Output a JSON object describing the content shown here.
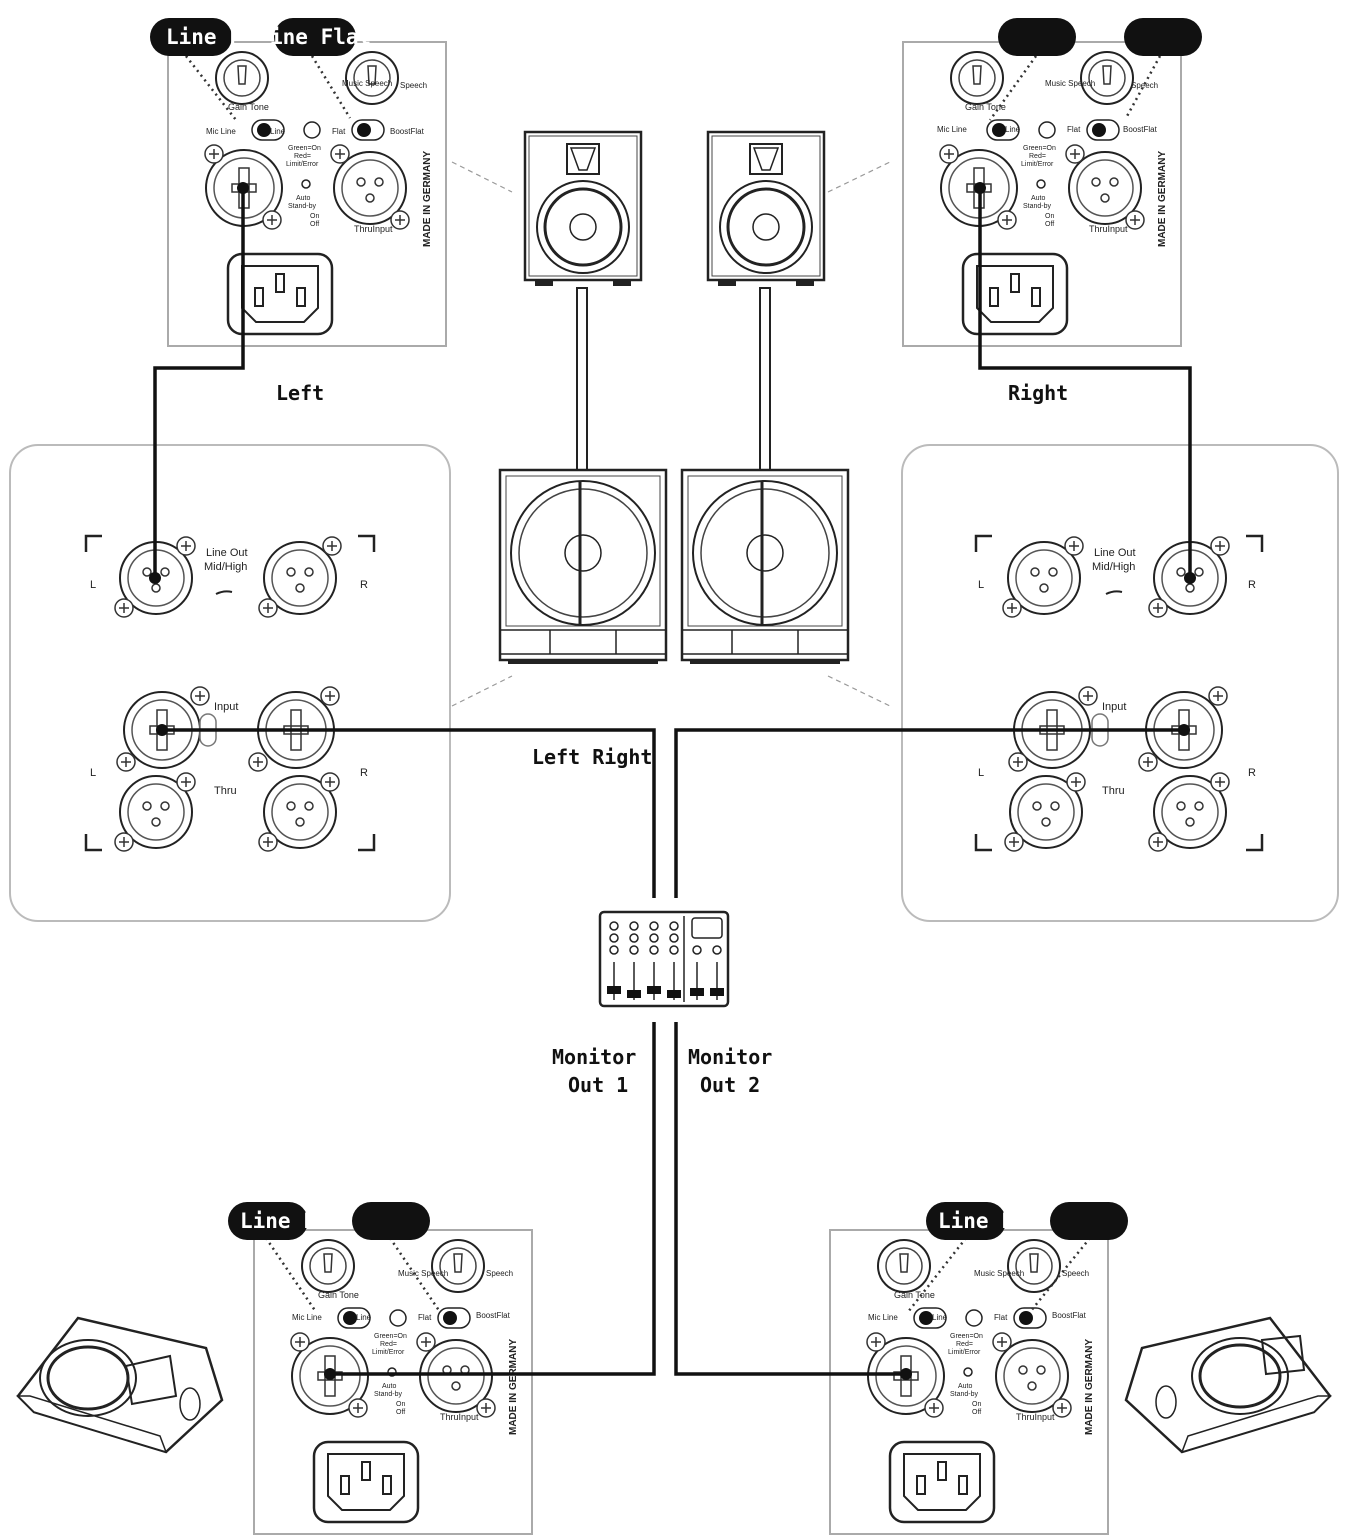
{
  "labels": {
    "left": "Left",
    "right": "Right",
    "left_right": "Left Right",
    "monitor_out_1_line1": "Monitor",
    "monitor_out_1_line2": "Out 1",
    "monitor_out_2_line1": "Monitor",
    "monitor_out_2_line2": "Out 2"
  },
  "top_amp_panel": {
    "gain_tone": "Gain Tone",
    "mic_line": "Mic Line",
    "line": "Line",
    "flat": "Flat",
    "boost_flat": "BoostFlat",
    "music_speech": "Music Speech",
    "speech": "Speech",
    "green_on": "Green=On",
    "red": "Red=",
    "limit_error": "Limit/Error",
    "auto": "Auto",
    "standby": "Stand-by",
    "on": "On",
    "off": "Off",
    "thru_input": "ThruInput",
    "made_in": "MADE IN GERMANY"
  },
  "sub_panel": {
    "line_out": "Line Out",
    "mid_high": "Mid/High",
    "input": "Input",
    "thru": "Thru",
    "l": "L",
    "r": "R"
  },
  "callouts": {
    "tl_1": "Line F",
    "tl_2": "ine Flat",
    "bl_1": "Line F",
    "br_1": "Line F"
  }
}
